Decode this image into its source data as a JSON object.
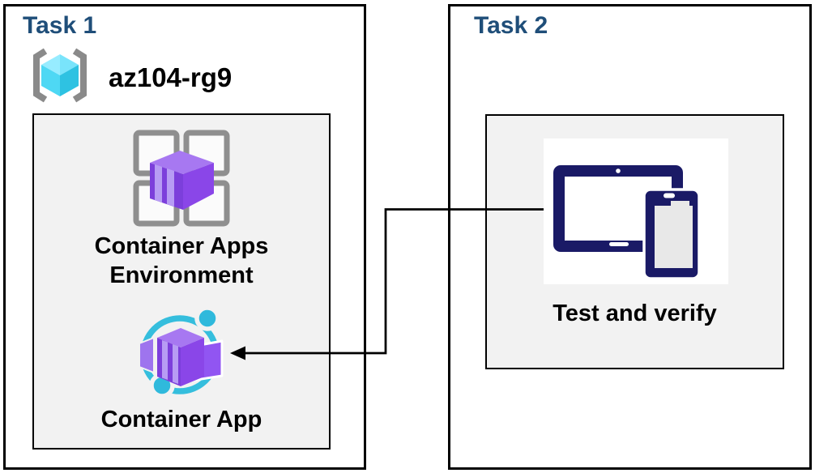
{
  "task1": {
    "title": "Task 1",
    "resource_group": {
      "name": "az104-rg9",
      "icon": "resource-group-icon"
    },
    "environment": {
      "caption_line1": "Container Apps",
      "caption_line2": "Environment",
      "icon": "container-apps-environment-icon"
    },
    "app": {
      "caption": "Container App",
      "icon": "container-app-icon"
    }
  },
  "task2": {
    "title": "Task 2",
    "verify": {
      "caption": "Test and verify",
      "icon": "tablet-and-phone-icon"
    }
  },
  "connector": {
    "type": "elbow-arrow",
    "direction": "test-and-verify to container-app"
  },
  "colors": {
    "task_title": "#1F4E79",
    "panel_bg": "#F2F2F2",
    "outline": "#000000",
    "device_navy": "#1A1A66",
    "cyan_accent": "#32BEDD",
    "purple_accent": "#8A46E8",
    "icon_gray": "#8F8F8F"
  }
}
